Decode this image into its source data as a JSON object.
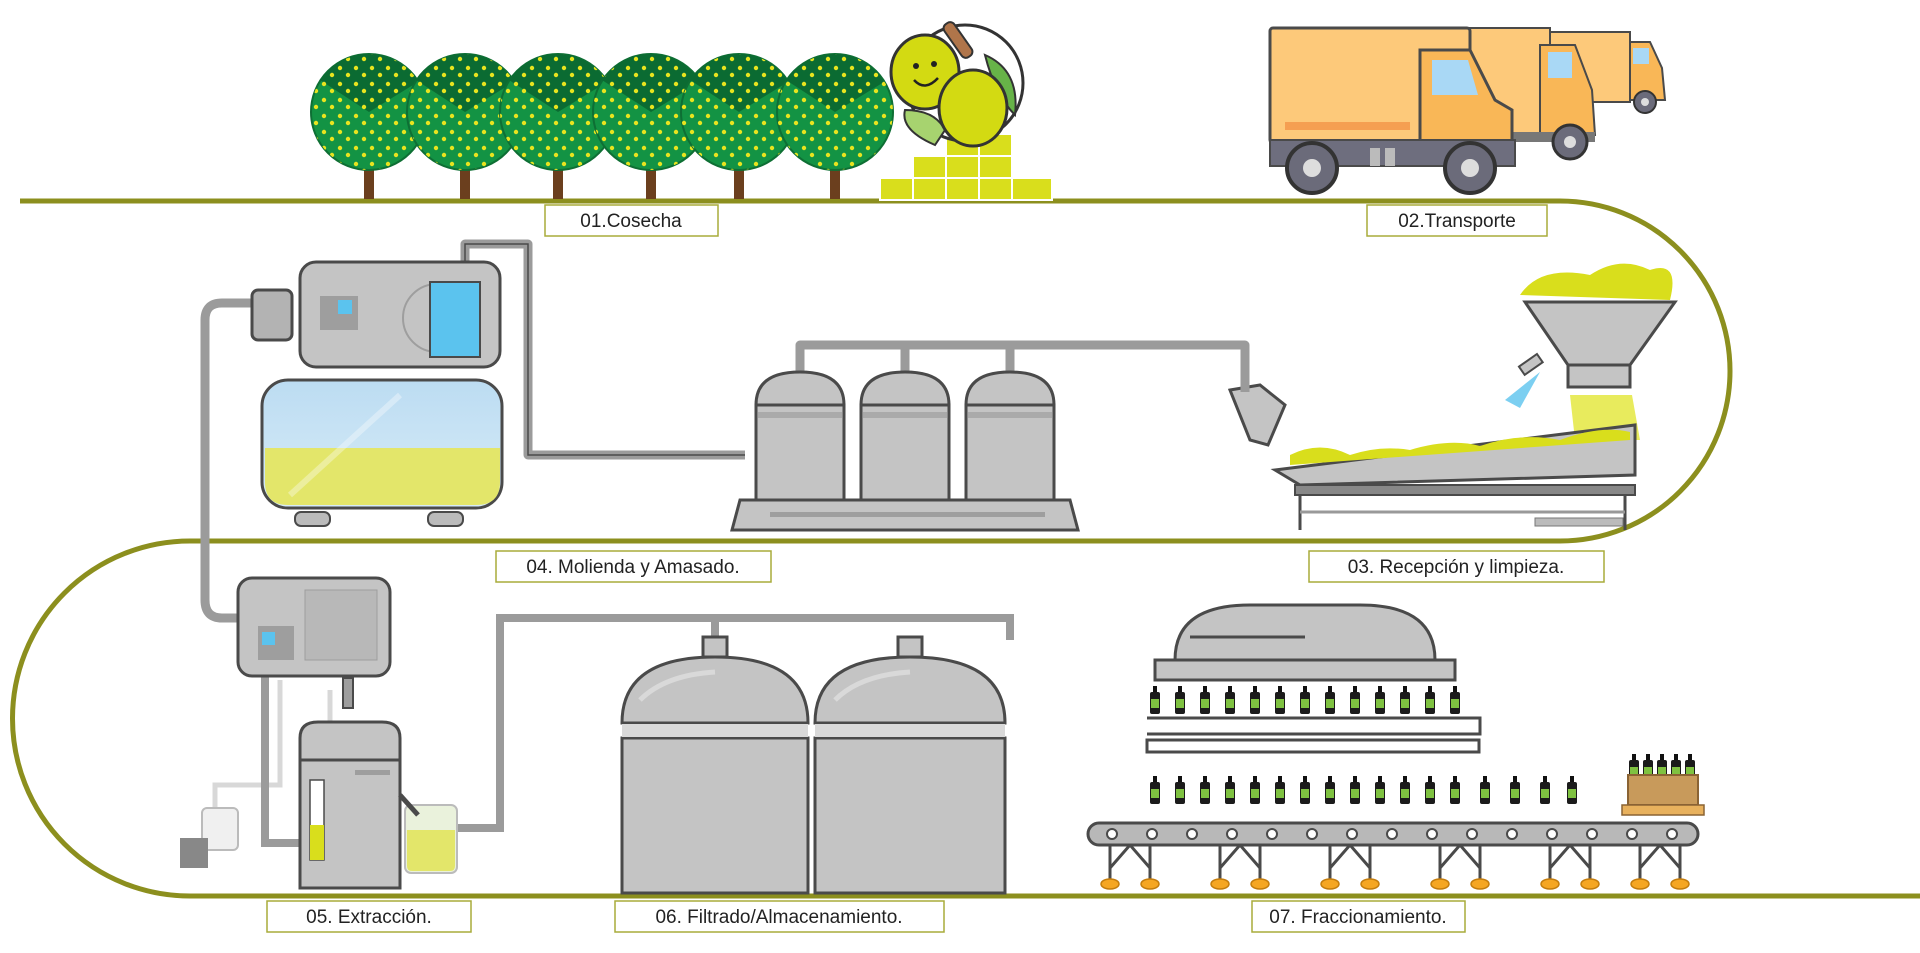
{
  "colors": {
    "track": "#8c8f1e",
    "label_border": "#a9ac3a",
    "tree_dark": "#0b6b32",
    "tree_light": "#139344",
    "olive": "#d9de1c",
    "machine_gray": "#c4c4c4",
    "outline": "#4a4a4a",
    "truck_body": "#fdc97a",
    "truck_cab": "#f9b757",
    "screen_blue": "#5bc3ee"
  },
  "steps": [
    {
      "id": "01",
      "label": "01.Cosecha",
      "icon": "tree-icon"
    },
    {
      "id": "02",
      "label": "02.Transporte",
      "icon": "truck-icon"
    },
    {
      "id": "03",
      "label": "03. Recepción  y limpieza.",
      "icon": "conveyor-washer-icon"
    },
    {
      "id": "04",
      "label": "04. Molienda y Amasado.",
      "icon": "mill-icon"
    },
    {
      "id": "05",
      "label": "05.  Extracción.",
      "icon": "centrifuge-icon"
    },
    {
      "id": "06",
      "label": "06. Filtrado/Almacenamiento.",
      "icon": "storage-tank-icon"
    },
    {
      "id": "07",
      "label": "07. Fraccionamiento.",
      "icon": "bottling-line-icon"
    }
  ]
}
